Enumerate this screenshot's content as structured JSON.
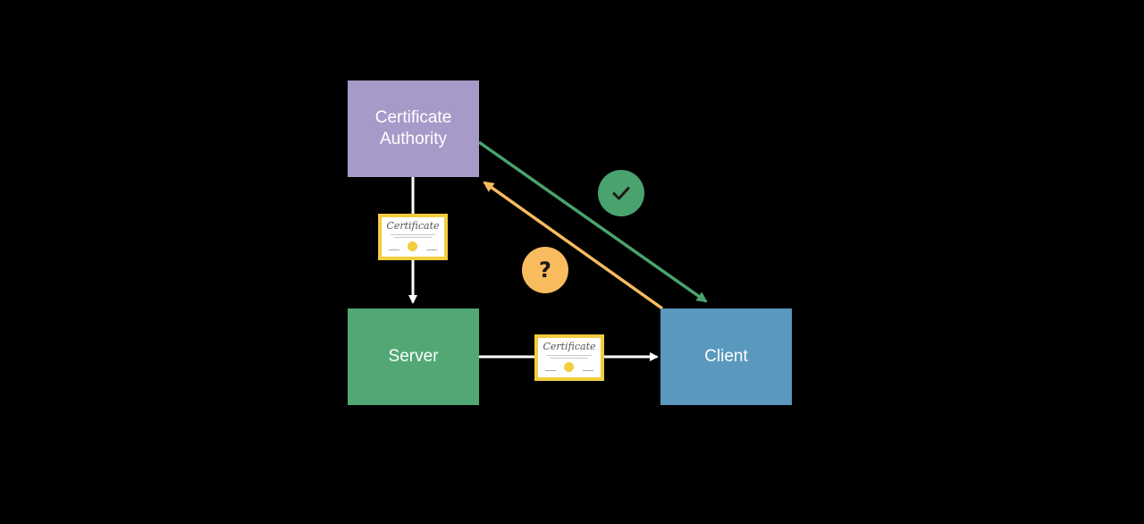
{
  "nodes": {
    "certificate_authority": {
      "line1": "Certificate",
      "line2": "Authority",
      "color": "#a79ac9"
    },
    "server": {
      "label": "Server",
      "color": "#52a874"
    },
    "client": {
      "label": "Client",
      "color": "#5a98be"
    }
  },
  "certificate": {
    "title": "Certificate",
    "border_color": "#f2cd3d"
  },
  "badges": {
    "verified": {
      "icon": "checkmark-icon",
      "color": "#4aa36f"
    },
    "unknown": {
      "label": "?",
      "color": "#f8bc5e"
    }
  },
  "edges": [
    {
      "from": "certificate_authority",
      "to": "server",
      "color": "#ffffff"
    },
    {
      "from": "server",
      "to": "client",
      "color": "#ffffff"
    },
    {
      "from": "client",
      "to": "certificate_authority",
      "color": "#f8bc5e"
    },
    {
      "from": "certificate_authority",
      "to": "client",
      "color": "#4aa36f"
    }
  ]
}
